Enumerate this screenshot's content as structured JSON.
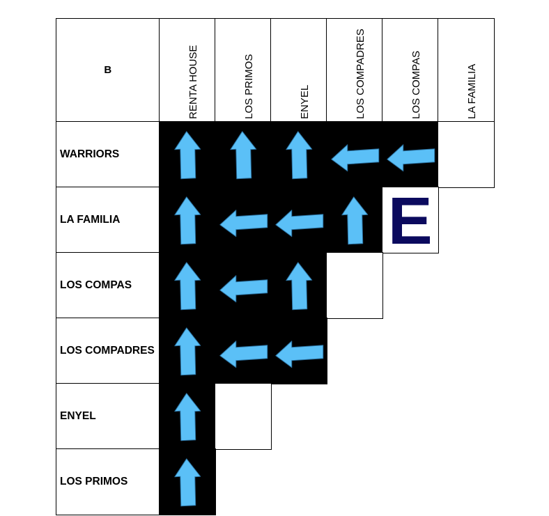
{
  "corner_label": "B",
  "columns": [
    "RENTA HOUSE",
    "LOS PRIMOS",
    "ENYEL",
    "LOS COMPADRES",
    "LOS COMPAS",
    "LA FAMILIA"
  ],
  "rows": [
    "WARRIORS",
    "LA FAMILIA",
    "LOS COMPAS",
    "LOS COMPADRES",
    "ENYEL",
    "LOS PRIMOS"
  ],
  "cells": [
    [
      "up",
      "up",
      "up",
      "left",
      "left",
      "empty"
    ],
    [
      "up",
      "left",
      "left",
      "up",
      "E",
      null
    ],
    [
      "up",
      "left",
      "up",
      "empty",
      null,
      null
    ],
    [
      "up",
      "left",
      "left",
      null,
      null,
      null
    ],
    [
      "up",
      "empty",
      null,
      null,
      null,
      null
    ],
    [
      "up",
      null,
      null,
      null,
      null,
      null
    ]
  ],
  "letter_color": "#0b0a5e",
  "arrow_color": "#5bc0f7",
  "arrow_outline_color": "#2a6f9e",
  "filled_cell_color": "#000000",
  "empty_cell_color": "#ffffff"
}
